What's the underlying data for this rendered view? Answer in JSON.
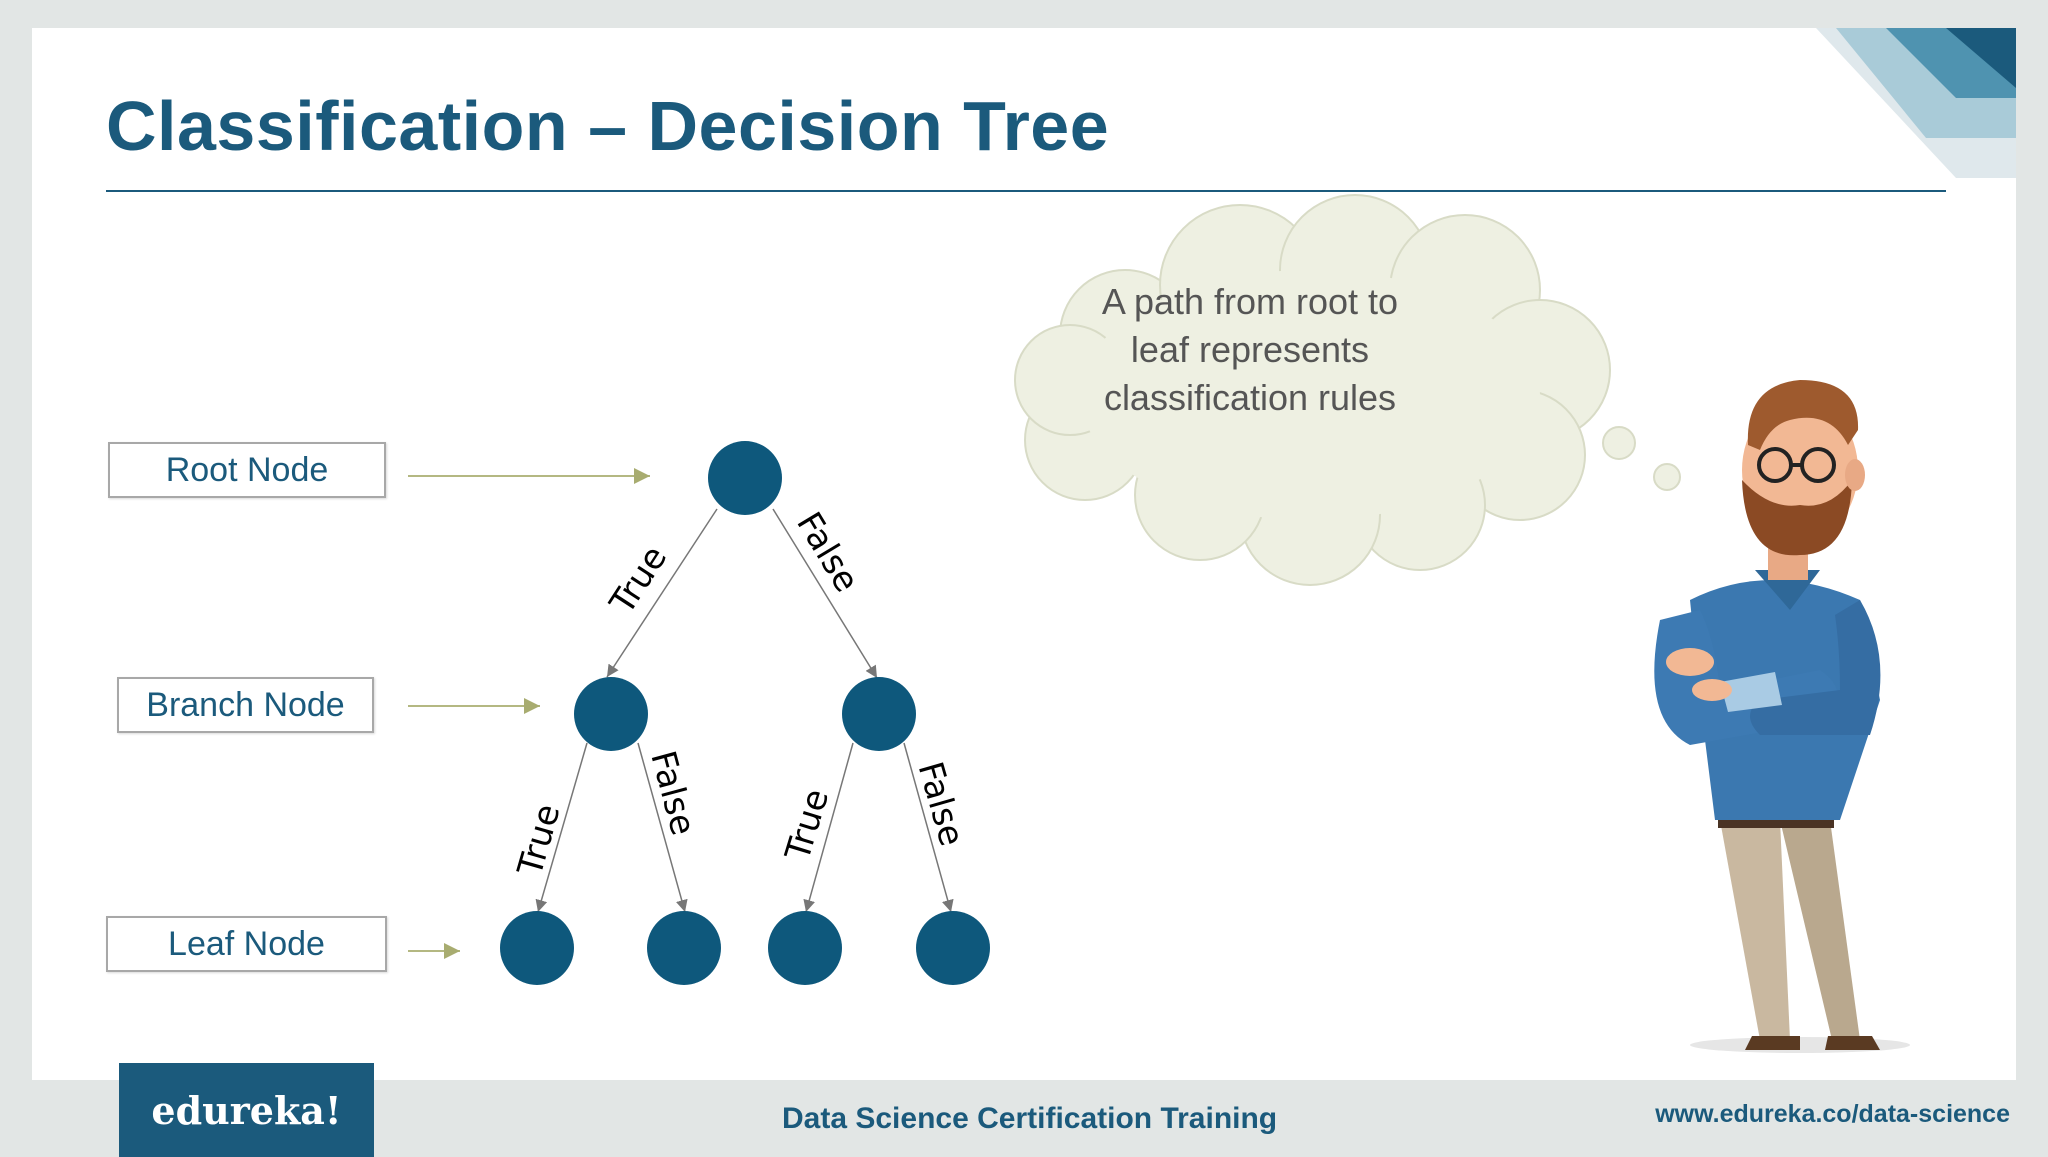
{
  "slide": {
    "title": "Classification – Decision Tree"
  },
  "labels": {
    "root": "Root Node",
    "branch": "Branch Node",
    "leaf": "Leaf Node"
  },
  "edges": {
    "root_true": "True",
    "root_false": "False",
    "left_true": "True",
    "left_false": "False",
    "right_true": "True",
    "right_false": "False"
  },
  "thought": {
    "line1": "A path from root to",
    "line2": "leaf represents",
    "line3": "classification rules"
  },
  "footer": {
    "brand": "edureka!",
    "course": "Data Science Certification Training",
    "url": "www.edureka.co/data-science"
  },
  "colors": {
    "primary": "#1b5a7c",
    "node": "#0e587c",
    "cloud": "#eef0e2",
    "arrow": "#b4b882"
  },
  "icons": {
    "character": "thinking-man-illustration"
  }
}
